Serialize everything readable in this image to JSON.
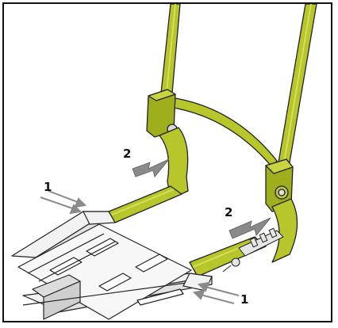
{
  "callouts": {
    "step1_left": "1",
    "step2_left": "2",
    "step2_right": "2",
    "step1_right": "1"
  },
  "colors": {
    "frame_tube": "#b7c62b",
    "frame_shade": "#8f9c17",
    "frame_highlight": "#d4df5a",
    "outline": "#222222",
    "arrow": "#8a8a8a",
    "rail_fill": "#f2f2f2",
    "border": "#111111"
  },
  "icons": {
    "push_arrow": "gray-arrow-icon",
    "pull_arrow": "gray-block-arrow-icon"
  }
}
